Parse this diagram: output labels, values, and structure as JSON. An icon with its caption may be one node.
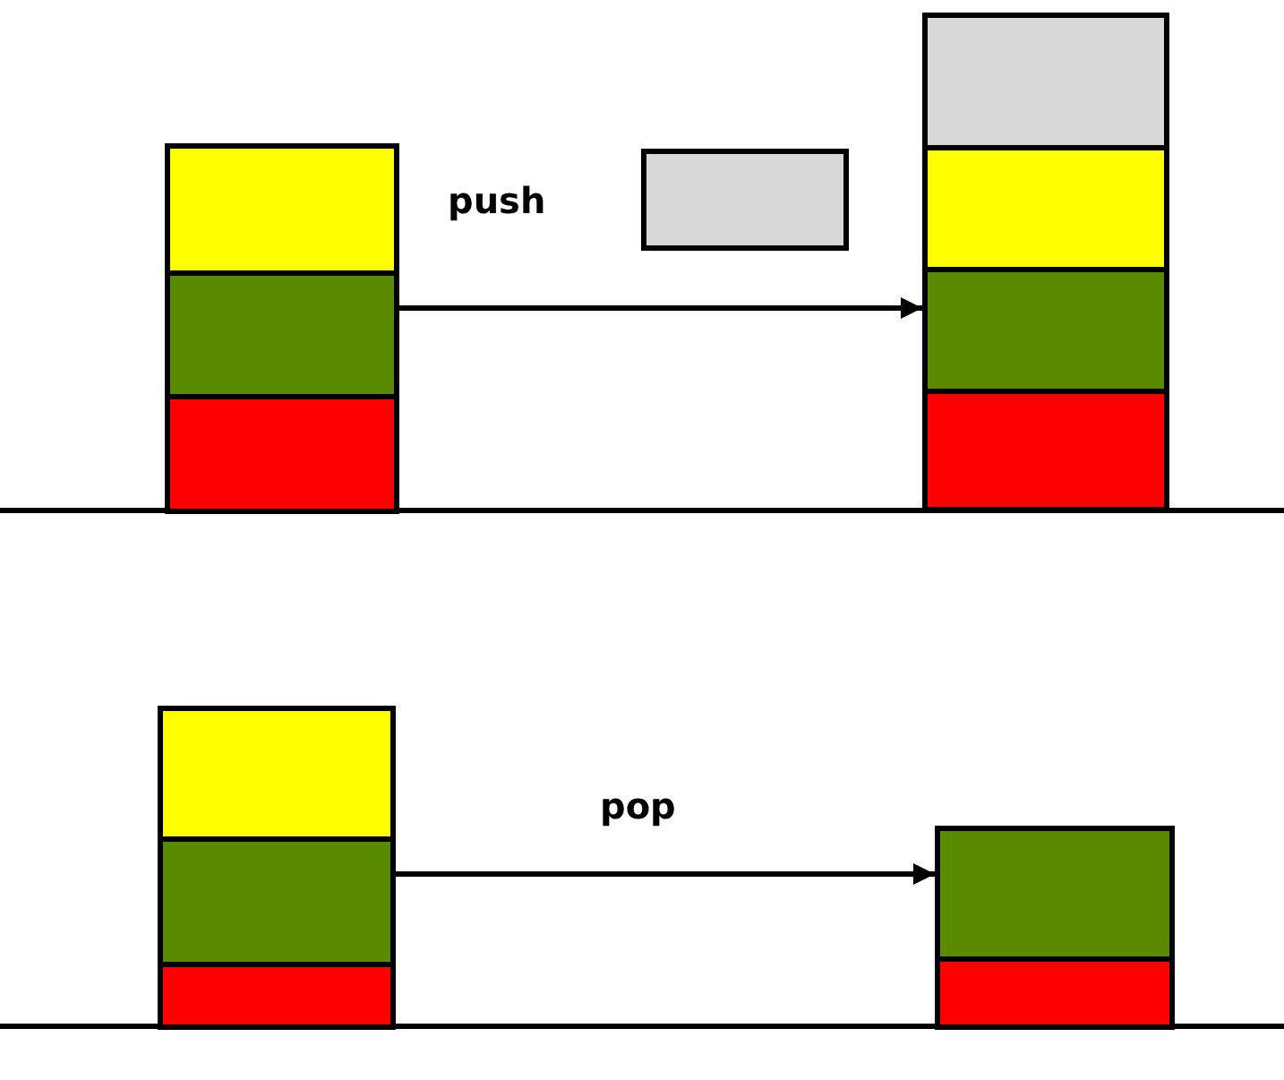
{
  "diagram": {
    "nodes": [
      {
        "text": [],
        "shape": "box"
      },
      {
        "text": [],
        "shape": "box",
        "in": 0
      },
      {
        "text": [],
        "shape": "box",
        "in": 0
      },
      {
        "text": [],
        "shape": "box",
        "in": 0
      },
      {
        "text": [],
        "shape": "box"
      },
      {
        "text": [],
        "shape": "box"
      },
      {
        "text": [],
        "shape": "box",
        "in": 5
      },
      {
        "text": [],
        "shape": "box",
        "in": 5
      },
      {
        "text": [],
        "shape": "box",
        "in": 5
      },
      {
        "text": [],
        "shape": "box",
        "in": 5
      },
      {
        "text": [],
        "shape": "box"
      },
      {
        "text": [],
        "shape": "box",
        "in": 10
      },
      {
        "text": [],
        "shape": "box",
        "in": 10
      },
      {
        "text": [],
        "shape": "box",
        "in": 10
      },
      {
        "text": [],
        "shape": "box"
      },
      {
        "text": [],
        "shape": "box",
        "in": 14
      },
      {
        "text": [],
        "shape": "box",
        "in": 14
      }
    ],
    "edges": [
      {
        "from": 0,
        "to": 5,
        "arrow": "to",
        "label": "push"
      },
      {
        "from": 10,
        "to": 14,
        "arrow": "to",
        "label": "pop"
      }
    ]
  }
}
